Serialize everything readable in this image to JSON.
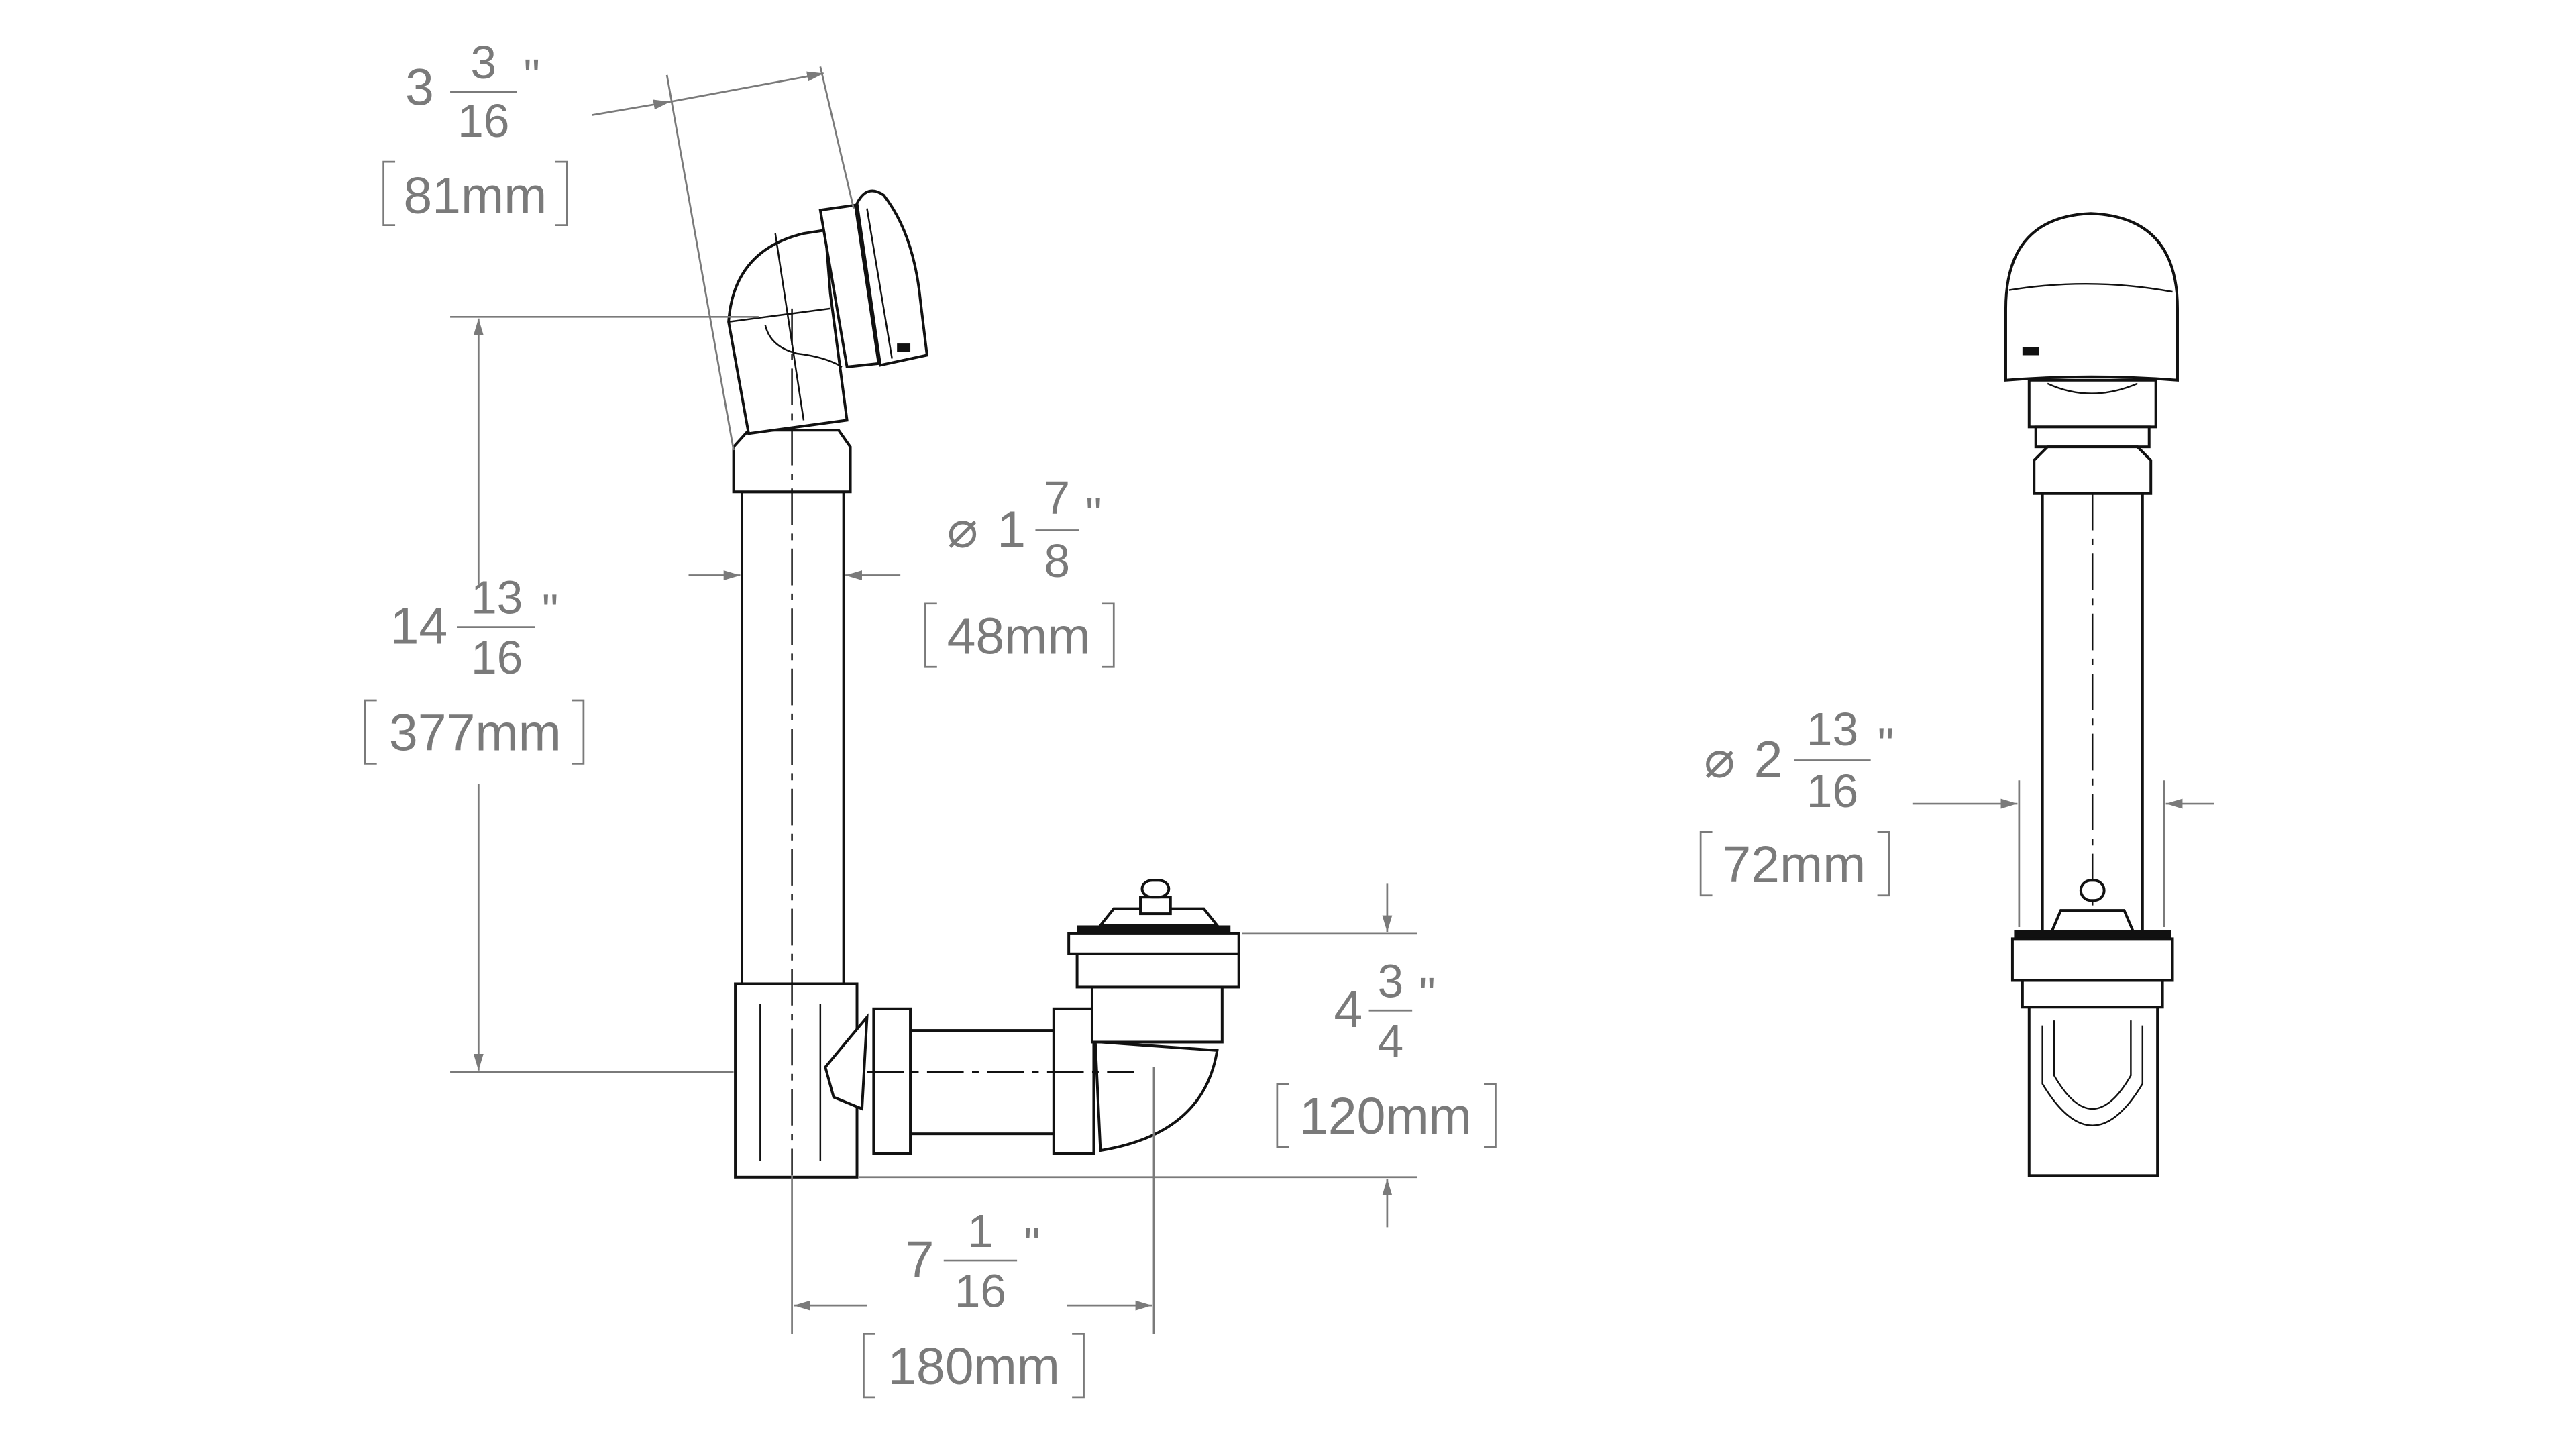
{
  "drawing": {
    "side_view": {
      "overflow_depth": {
        "whole": "3",
        "num": "3",
        "den": "16",
        "unit": "\"",
        "metric": "81mm"
      },
      "overall_height": {
        "whole": "14",
        "num": "13",
        "den": "16",
        "unit": "\"",
        "metric": "377mm"
      },
      "pipe_diameter": {
        "symbol": "⌀",
        "whole": "1",
        "num": "7",
        "den": "8",
        "unit": "\"",
        "metric": "48mm"
      },
      "drain_height": {
        "whole": "4",
        "num": "3",
        "den": "4",
        "unit": "\"",
        "metric": "120mm"
      },
      "drain_offset": {
        "whole": "7",
        "num": "1",
        "den": "16",
        "unit": "\"",
        "metric": "180mm"
      }
    },
    "front_view": {
      "faceplate_diameter": {
        "symbol": "⌀",
        "whole": "2",
        "num": "13",
        "den": "16",
        "unit": "\"",
        "metric": "72mm"
      }
    }
  }
}
